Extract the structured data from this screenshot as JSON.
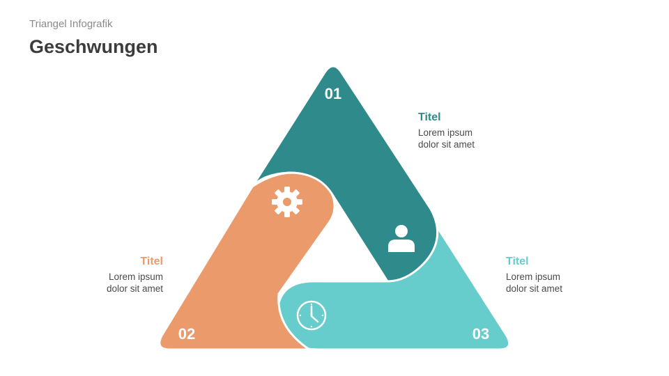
{
  "header": {
    "subtitle": "Triangel Infografik",
    "title": "Geschwungen"
  },
  "colors": {
    "teal_dark": "#2f8a8c",
    "orange": "#eb9b6b",
    "teal_light": "#66cccc"
  },
  "segments": [
    {
      "number": "01",
      "icon": "user-icon",
      "color": "#2f8a8c"
    },
    {
      "number": "02",
      "icon": "gear-icon",
      "color": "#eb9b6b"
    },
    {
      "number": "03",
      "icon": "clock-icon",
      "color": "#66cccc"
    }
  ],
  "labels": {
    "top_right": {
      "title": "Titel",
      "line1": "Lorem ipsum",
      "line2": "dolor sit amet"
    },
    "left": {
      "title": "Titel",
      "line1": "Lorem ipsum",
      "line2": "dolor sit amet"
    },
    "bottom_right": {
      "title": "Titel",
      "line1": "Lorem ipsum",
      "line2": "dolor sit amet"
    }
  }
}
